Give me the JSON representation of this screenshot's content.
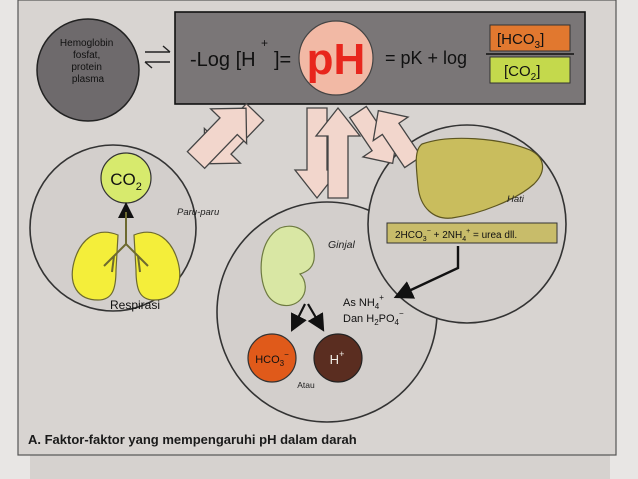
{
  "header": {
    "buffers": [
      "Hemoglobin",
      "fosfat,",
      "protein",
      "plasma"
    ],
    "equation_left": "-Log [H",
    "h_superscript": "+",
    "equation_eq": "]=",
    "ph": "pH",
    "equation_right": "= pK + log",
    "numerator": "[HCO",
    "numerator_sub": "3",
    "numerator_close": "]",
    "denominator": "[CO",
    "denominator_sub": "2",
    "denominator_close": "]"
  },
  "lungs": {
    "co2": "CO",
    "co2_sub": "2",
    "label": "Paru-paru",
    "process": "Respirasi"
  },
  "kidney": {
    "label": "Ginjal",
    "excrete_line1": "As NH",
    "excrete_line1_sub": "4",
    "excrete_line1_sup": "+",
    "excrete_line2": "Dan H",
    "excrete_line2_sub1": "2",
    "excrete_line2_mid": "PO",
    "excrete_line2_sub2": "4",
    "excrete_line2_sup": "−",
    "hco3": "HCO",
    "hco3_sub": "3",
    "hco3_sup": "−",
    "h_ion": "H",
    "h_ion_sup": "+",
    "or": "Atau"
  },
  "liver": {
    "label": "Hati",
    "reaction": "2HCO",
    "reaction_sub1": "3",
    "reaction_sup1": "−",
    "reaction_mid": " + 2NH",
    "reaction_sub2": "4",
    "reaction_sup2": "+",
    "reaction_end": " = urea dll."
  },
  "caption": "A. Faktor-faktor yang mempengaruhi pH dalam darah",
  "colors": {
    "header_box": "#7a7677",
    "buffer_circle": "#6e6a6c",
    "ph_fill": "#f2b9a5",
    "ph_text": "#e8261d",
    "numerator_box": "#e1782f",
    "denominator_box": "#c4d94c",
    "organ_circle": "#d3cfcc",
    "lung_fill": "#f4ee3a",
    "co2_fill": "#d7ea6d",
    "kidney_fill": "#d9e7a4",
    "liver_fill": "#c9bd5d",
    "reaction_band": "#c8bc6a",
    "hco3_fill": "#e05a1a",
    "h_fill": "#5a2d20",
    "arrow_fill": "#f2d6cc"
  }
}
